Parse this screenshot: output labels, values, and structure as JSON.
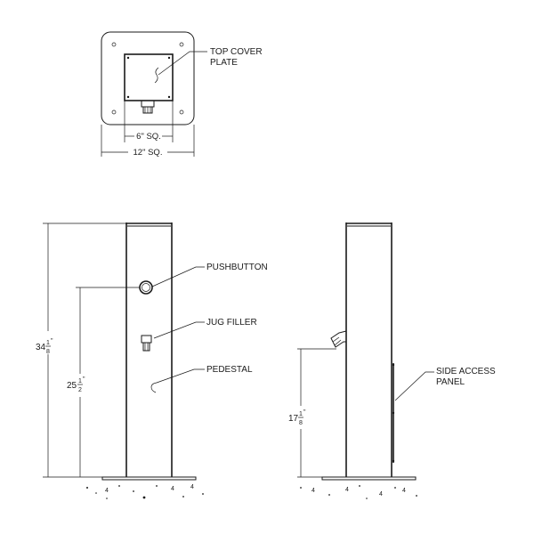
{
  "labels": {
    "top_cover_line1": "TOP COVER",
    "top_cover_line2": "PLATE",
    "pushbutton": "PUSHBUTTON",
    "jug_filler": "JUG FILLER",
    "pedestal": "PEDESTAL",
    "side_access_line1": "SIDE ACCESS",
    "side_access_line2": "PANEL"
  },
  "dimensions": {
    "inner_square": "6\" SQ.",
    "outer_square": "12\" SQ.",
    "overall_height": {
      "whole": "34",
      "num": "1",
      "den": "8",
      "mark": "\""
    },
    "pushbutton_height": {
      "whole": "25",
      "num": "1",
      "den": "2",
      "mark": "\""
    },
    "spout_height": {
      "whole": "17",
      "num": "1",
      "den": "8",
      "mark": "\""
    }
  }
}
